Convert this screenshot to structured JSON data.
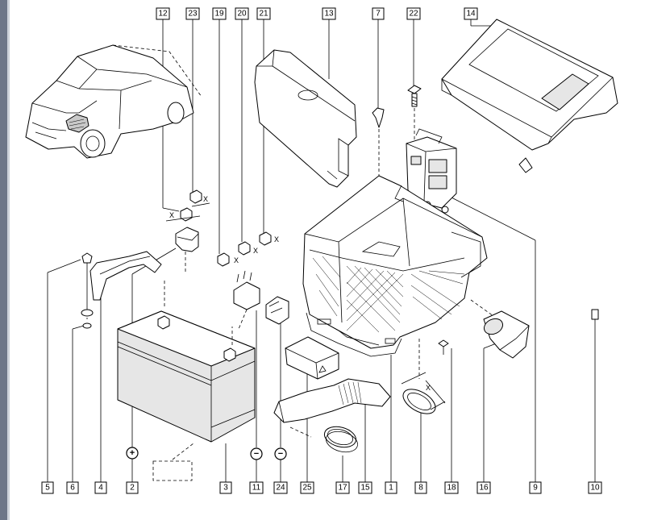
{
  "callouts_top": [
    {
      "num": "12"
    },
    {
      "num": "23"
    },
    {
      "num": "19"
    },
    {
      "num": "20"
    },
    {
      "num": "21"
    },
    {
      "num": "13"
    },
    {
      "num": "7"
    },
    {
      "num": "22"
    },
    {
      "num": "14"
    }
  ],
  "callouts_bottom": [
    {
      "num": "5"
    },
    {
      "num": "6"
    },
    {
      "num": "4"
    },
    {
      "num": "2"
    },
    {
      "num": "3"
    },
    {
      "num": "11"
    },
    {
      "num": "24"
    },
    {
      "num": "25"
    },
    {
      "num": "17"
    },
    {
      "num": "15"
    },
    {
      "num": "1"
    },
    {
      "num": "8"
    },
    {
      "num": "18"
    },
    {
      "num": "16"
    },
    {
      "num": "9"
    },
    {
      "num": "10"
    }
  ],
  "terminal_symbols": {
    "positive": "+",
    "negative": "−"
  },
  "dimension_marker": "X",
  "colors": {
    "frame": "#6d7688",
    "line": "#000000",
    "paper": "#ffffff"
  }
}
